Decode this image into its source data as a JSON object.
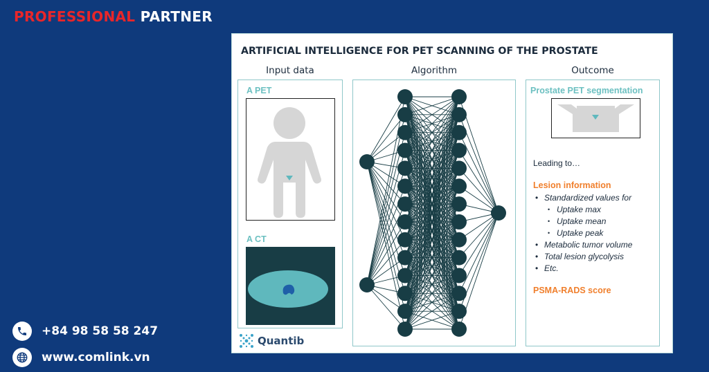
{
  "brand": {
    "word1": "PROFESSIONAL",
    "word2": "PARTNER"
  },
  "contact": {
    "phone": "+84 98 58 58 247",
    "website": "www.comlink.vn"
  },
  "infographic": {
    "title": "ARTIFICIAL INTELLIGENCE FOR PET SCANNING OF THE PROSTATE",
    "columns": {
      "input": "Input data",
      "algorithm": "Algorithm",
      "outcome": "Outcome"
    },
    "input_panel": {
      "pet_label": "A PET",
      "ct_label": "A CT"
    },
    "logo_text": "Quantib",
    "outcome_panel": {
      "segmentation_title": "Prostate PET segmentation",
      "leading": "Leading to…",
      "lesion_heading": "Lesion information",
      "items": [
        "Standardized values for",
        "Uptake max",
        "Uptake mean",
        "Uptake peak",
        "Metabolic tumor volume",
        "Total lesion glycolysis",
        "Etc."
      ],
      "score": "PSMA-RADS score"
    },
    "network": {
      "input_nodes": 2,
      "hidden_layer_nodes": 14,
      "hidden_layers": 2,
      "output_nodes": 1
    }
  },
  "colors": {
    "background": "#0f3a7c",
    "brand_red": "#e8262a",
    "teal": "#6cc0c1",
    "orange": "#f07f2c",
    "node": "#183d45"
  }
}
